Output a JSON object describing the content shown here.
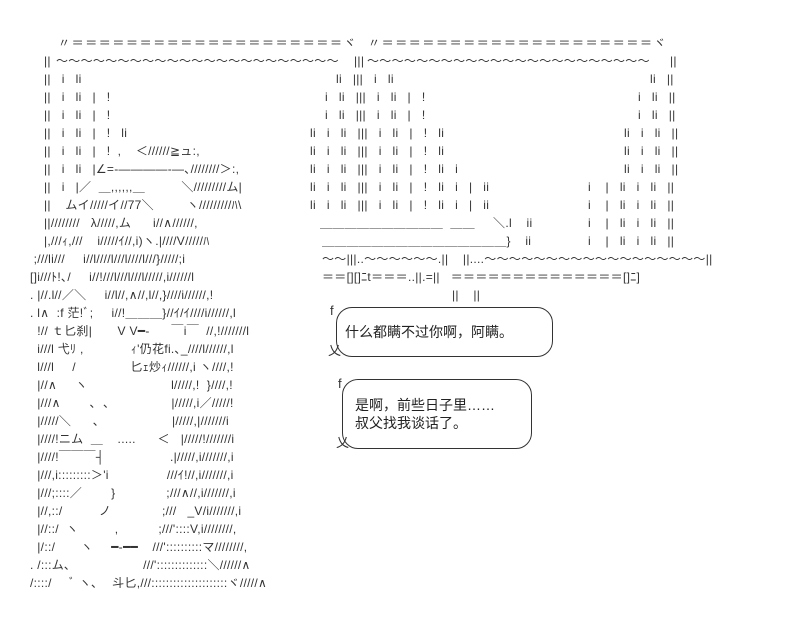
{
  "art": {
    "rows": [
      [
        "〃＝＝＝＝＝＝＝＝＝＝＝＝＝＝＝＝＝＝＝＝ヾ",
        "〃＝＝＝＝＝＝＝＝＝＝＝＝＝＝＝＝＝＝＝＝ヾ"
      ],
      [
        "||",
        "～～～～～～～～～～～～～～～～～～～～～～～",
        "|||",
        "～～～～～～～～～～～～～～～～～～～～～～～",
        "||"
      ],
      [
        "||   i   li",
        "li   |||   i   li",
        "li   ||"
      ],
      [
        "||   i   li   |   !",
        "i   li   |||   i   li   |   !",
        "i   li   ||"
      ],
      [
        "||   i   li   |   !",
        "i   li   |||   i   li   |   !",
        "i   li   ||"
      ],
      [
        "||   i   li   |   !   li",
        "li   i   li   |||   i   li   |   !   li",
        "li   i   li   ||"
      ],
      [
        "||   i   li   |   !  ,    ＜//////≧ュ:,",
        "li   i   li   |||   i   li   |   !   li",
        "li   i   li   ||"
      ],
      [
        "||   i   li   |∠=-――――-―､////////＞:,",
        "li   i   li   |||   i   li   |   !   li   i",
        "li   i   li   ||"
      ],
      [
        "||   i   |／  ＿,,,,,,＿          ＼/////////ム|",
        "li   i   li   |||   i   li   |   !   li   i   |   ii",
        "i    |   li   i   li   ||"
      ],
      [
        "||    ムイ/////イ//77＼         ヽ/////////ﾊ\\",
        "li   i   li   |||   i   li   |   !   li   i   |   ii",
        "i    |   li   i   li   ||"
      ],
      [
        "||////////   λ/////,ム      i//∧//////,",
        "＿＿＿＿＿＿＿＿＿＿  ＿＿     ＼.l    ii",
        "i    |   li   i   li   ||"
      ],
      [
        "|,///ｨ,///    i/////ｲ//,i)ヽ.|////V/////ﾊ",
        "＿＿＿＿＿＿＿＿＿＿＿＿＿＿＿}    ii",
        "i    |   li   i   li   ||"
      ],
      [
        " ;///li///     i//l////l///l////l///}/////;i",
        "～～|||..～～～～～～.||    ||....～～～～～～～～～～～～～～～～～～||"
      ],
      [
        "[]i///ﾄ!､/     i//!///l///l///l/////,i//////l",
        "＝＝[][]ﾆt＝＝＝..||.=||   ＝＝＝＝＝＝＝＝＝＝＝＝＝＝[]ﾆ]"
      ],
      [
        ". |//.l//／＼     i//l//,∧//,l//,}////i//////,!",
        "||    ||"
      ],
      [
        ". l∧  :f 茫!ﾞ;     i//!＿＿＿}//ｲ/ｲ////i//////,l"
      ],
      [
        "  !// ｔ匕刹|       V V━-      ￣i￣  //,!///////l"
      ],
      [
        "  i///l 弋ﾘ ,             ｨ'仍花fi.､_////l//////,l"
      ],
      [
        "  l///l     /               匕ｪ炒ｨ//////,i ヽ////,!"
      ],
      [
        "  |//∧     ヽ                       l/////,!  }////,!"
      ],
      [
        "  |///∧        ､  ､                 |/////,i／/////!"
      ],
      [
        "  |/////＼      ､                    |/////,|///////i"
      ],
      [
        "  |////!ニム  ＿    .....      ＜   |/////!///////i"
      ],
      [
        "  |////!￣￣￣┤                  .|/////,i///////,i"
      ],
      [
        "  |///,i:::::::::＞'i                ///ｲ!//,i///////,i"
      ],
      [
        "  |///;::::／        }              ;///∧//,i///////,i"
      ],
      [
        "  |//,::/          ノ              ;///   _V/i///////,i"
      ],
      [
        "  |//::/  ヽ          ,           ;///'::::V,i////////,"
      ],
      [
        "  |/::/       ヽ     ━-━━    ///'::::::::::マ////////,"
      ],
      [
        ". /:::ム､                    ///'::::::::::::::＼//////∧"
      ],
      [
        "/::::/     ﾞ ヽ､    斗匕,///:::::::::::::::::::::ヾ/////∧"
      ]
    ]
  },
  "bubbles": [
    {
      "lines": [
        "什么都瞒不过你啊，阿瞒。"
      ],
      "deco_top": "f",
      "deco_bottom": "乂"
    },
    {
      "lines": [
        "是啊，前些日子里……",
        "叔父找我谈话了。"
      ],
      "deco_top": "f",
      "deco_bottom": "乂"
    }
  ]
}
